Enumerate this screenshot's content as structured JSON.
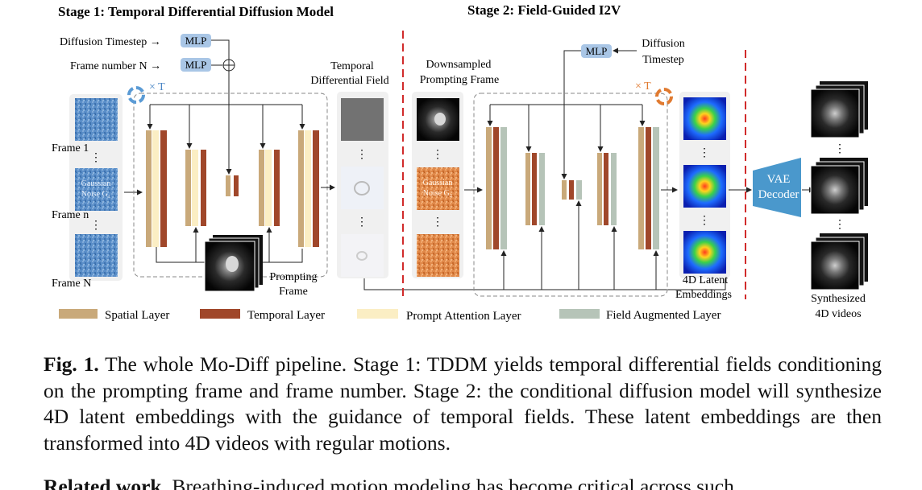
{
  "stage1": {
    "title": "Stage 1: Temporal Differential Diffusion Model",
    "diffusion_timestep": "Diffusion Timestep →",
    "frame_number": "Frame number N →",
    "mlp": "MLP",
    "times_t": "× T",
    "frame_1": "Frame 1",
    "frame_n_small": "Frame n",
    "frame_N": "Frame N",
    "gaussian_line1": "Gaussian",
    "gaussian_line2": "Noise G₁",
    "dots": "⋮",
    "prompting_frame_line1": "Prompting",
    "prompting_frame_line2": "Frame",
    "tdf_line1": "Temporal",
    "tdf_line2": "Differential Field"
  },
  "stage2": {
    "title": "Stage 2: Field-Guided I2V",
    "mlp": "MLP",
    "diffusion_line1": "Diffusion",
    "diffusion_line2": "Timestep",
    "times_t": "× T",
    "downsampled_line1": "Downsampled",
    "downsampled_line2": "Prompting Frame",
    "gaussian_line1": "Gaussian",
    "gaussian_line2": "Noise G₂",
    "latent_line1": "4D Latent",
    "latent_line2": "Embeddings",
    "vae_line1": "VAE",
    "vae_line2": "Decoder",
    "synth_line1": "Synthesized",
    "synth_line2": "4D videos"
  },
  "legend": {
    "spatial": "Spatial Layer",
    "temporal": "Temporal Layer",
    "prompt": "Prompt Attention Layer",
    "field": "Field Augmented Layer"
  },
  "colors": {
    "spatial": "#c9a97a",
    "temporal": "#a0472a",
    "prompt": "#fbeec4",
    "field": "#b6c4b8",
    "mlp_box": "#a9c6e6",
    "noise_blue": "#5b8fc9",
    "noise_orange": "#e0894a",
    "divider": "#d12b2b",
    "vae": "#4a98cc"
  },
  "caption": {
    "fig_label": "Fig. 1.",
    "text": " The whole Mo-Diff pipeline. Stage 1: TDDM yields temporal differential fields conditioning on the prompting frame and frame number. Stage 2: the conditional diffusion model will synthesize 4D latent embeddings with the guidance of temporal fields. These latent embeddings are then transformed into 4D videos with regular motions."
  },
  "next_paragraph": {
    "label": "Related work.",
    "text": " Breathing-induced motion modeling has become critical across such"
  }
}
